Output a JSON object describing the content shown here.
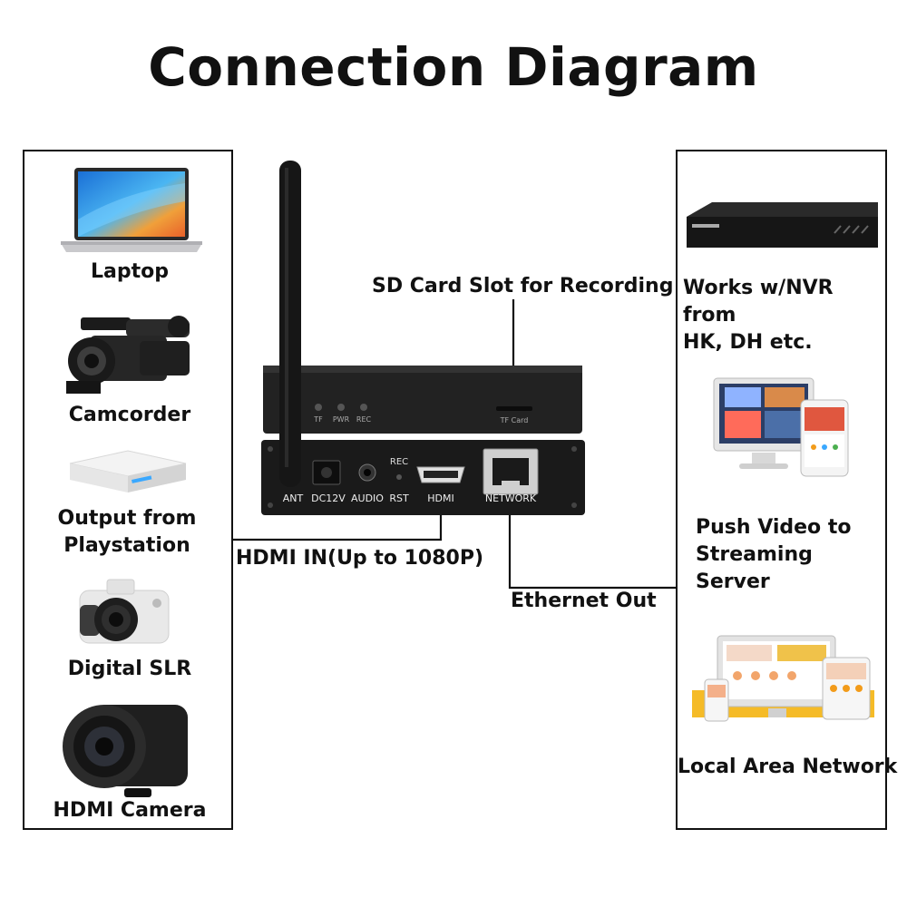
{
  "title": "Connection Diagram",
  "sources": [
    {
      "label": "Laptop"
    },
    {
      "label": "Camcorder"
    },
    {
      "label": "Output from Playstation"
    },
    {
      "label": "Digital SLR"
    },
    {
      "label": "HDMI Camera"
    }
  ],
  "destinations": [
    {
      "label": "Works w/NVR from\nHK, DH etc."
    },
    {
      "label": "Push Video to\nStreaming Server"
    },
    {
      "label": "Local Area Network"
    }
  ],
  "callouts": {
    "sd_card": "SD Card Slot for Recording",
    "hdmi_in": "HDMI IN(Up to 1080P)",
    "ethernet": "Ethernet Out"
  },
  "device": {
    "front_leds": [
      "TF",
      "PWR",
      "REC"
    ],
    "tf_card_label": "TF Card",
    "rear_ports": [
      "ANT",
      "DC12V",
      "AUDIO",
      "RST",
      "HDMI",
      "NETWORK"
    ],
    "rec_label": "REC"
  },
  "colors": {
    "line": "#111111",
    "device_body": "#1d1d1d",
    "accent_orange": "#f29b1a"
  }
}
